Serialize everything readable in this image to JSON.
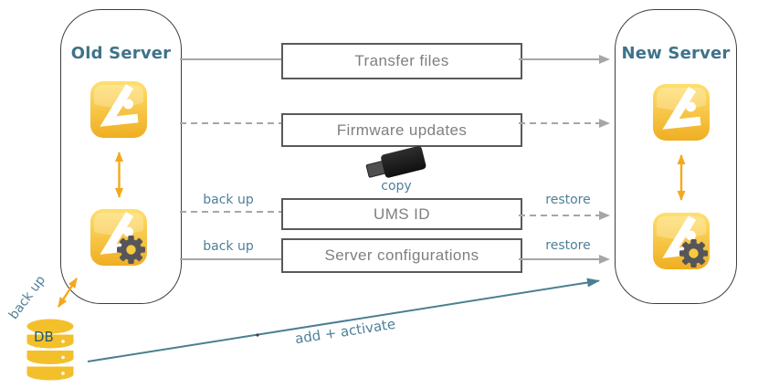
{
  "old_server": {
    "title": "Old Server"
  },
  "new_server": {
    "title": "New Server"
  },
  "rows": [
    {
      "label": "Transfer files",
      "left_style": "solid",
      "right_style": "solid"
    },
    {
      "label": "Firmware updates",
      "left_style": "dashed",
      "right_style": "dashed"
    },
    {
      "label": "UMS ID",
      "left_style": "dashed",
      "right_style": "dashed",
      "left_label": "back up",
      "right_label": "restore"
    },
    {
      "label": "Server configurations",
      "left_style": "solid",
      "right_style": "solid",
      "left_label": "back up",
      "right_label": "restore"
    }
  ],
  "usb": {
    "caption": "copy"
  },
  "db": {
    "label": "DB",
    "arrow_label": "back up"
  },
  "diagonal_arrow": {
    "label": "add + activate"
  },
  "icons": {
    "old_top": "igel-ums-console-icon",
    "old_bottom": "igel-ums-server-gear-icon",
    "new_top": "igel-ums-console-icon",
    "new_bottom": "igel-ums-server-gear-icon",
    "middle": "usb-stick-icon",
    "bottom_left": "database-cylinder-icon"
  },
  "colors": {
    "heading_teal": "#3E7389",
    "label_teal": "#4E8098",
    "arrow_teal": "#4A7F92",
    "arrow_orange": "#F5A81C",
    "icon_yellow": "#F2BA2A",
    "db_yellow": "#F3C02C",
    "line_gray": "#A6A6A6",
    "box_border_gray": "#595959",
    "box_text_gray": "#7F7F7F"
  }
}
